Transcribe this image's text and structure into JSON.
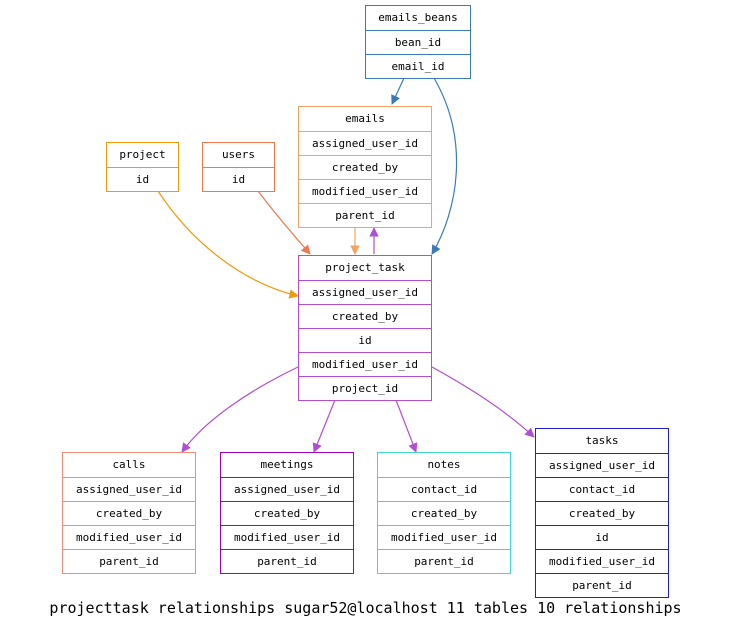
{
  "caption": "projecttask relationships sugar52@localhost 11 tables 10 relationships",
  "tables": {
    "emails_beans": {
      "name": "emails_beans",
      "columns": [
        "bean_id",
        "email_id"
      ],
      "color": "#3a7ab8"
    },
    "emails": {
      "name": "emails",
      "columns": [
        "assigned_user_id",
        "created_by",
        "modified_user_id",
        "parent_id"
      ],
      "color": "#f4a460"
    },
    "project": {
      "name": "project",
      "columns": [
        "id"
      ],
      "color": "#f29b0a"
    },
    "users": {
      "name": "users",
      "columns": [
        "id"
      ],
      "color": "#f0784c"
    },
    "project_task": {
      "name": "project_task",
      "columns": [
        "assigned_user_id",
        "created_by",
        "id",
        "modified_user_id",
        "project_id"
      ],
      "color": "#b050d0"
    },
    "calls": {
      "name": "calls",
      "columns": [
        "assigned_user_id",
        "created_by",
        "modified_user_id",
        "parent_id"
      ],
      "color": "#f08c78"
    },
    "meetings": {
      "name": "meetings",
      "columns": [
        "assigned_user_id",
        "created_by",
        "modified_user_id",
        "parent_id"
      ],
      "color": "#9c00c0"
    },
    "notes": {
      "name": "notes",
      "columns": [
        "contact_id",
        "created_by",
        "modified_user_id",
        "parent_id"
      ],
      "color": "#40d8d0"
    },
    "tasks": {
      "name": "tasks",
      "columns": [
        "assigned_user_id",
        "contact_id",
        "created_by",
        "id",
        "modified_user_id",
        "parent_id"
      ],
      "color": "#2020d0"
    }
  },
  "edge_colors": {
    "emails_beans": "#3a7ab8",
    "emails": "#f4a460",
    "project": "#f29b0a",
    "users": "#f0784c",
    "project_task": "#b050d0"
  }
}
